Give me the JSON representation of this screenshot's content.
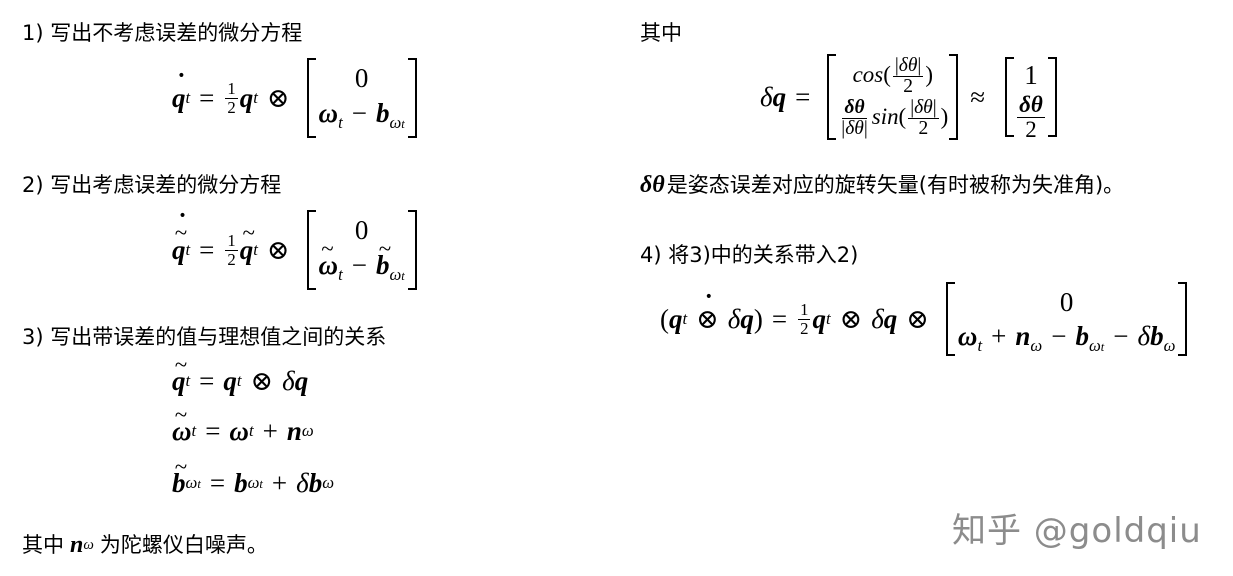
{
  "left": {
    "s1_title": "1) 写出不考虑误差的微分方程",
    "s2_title": "2) 写出考虑误差的微分方程",
    "s3_title": "3) 写出带误差的值与理想值之间的关系",
    "note_prefix": "其中",
    "note_suffix": "为陀螺仪白噪声。"
  },
  "right": {
    "intro": "其中",
    "dtheta_desc": "是姿态误差对应的旋转矢量(有时被称为失准角)。",
    "s4_title": "4) 将3)中的关系带入2)"
  },
  "watermark": "知乎 @goldqiu",
  "colors": {
    "text": "#000000",
    "watermark": "#8c8c8c",
    "background": "#ffffff"
  }
}
